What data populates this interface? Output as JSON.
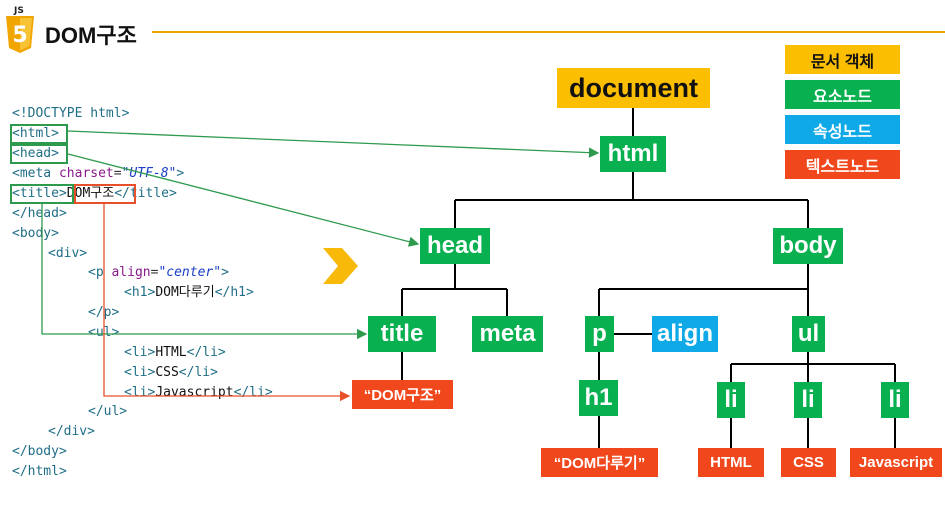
{
  "header": {
    "logo_text": "JS",
    "logo_number": "5",
    "title": "DOM구조"
  },
  "legend": {
    "document_object": "문서 객체",
    "element_node": "요소노드",
    "attribute_node": "속성노드",
    "text_node": "텍스트노드"
  },
  "code": {
    "doctype_open": "<!DOCTYPE",
    "doctype_name": "html>",
    "html_open": "<html>",
    "head_open": "<head>",
    "meta_tag_open": "<meta",
    "meta_attr": "charset",
    "meta_eq": "=",
    "meta_value": "\"UTF-8\"",
    "meta_close": ">",
    "title_open": "<title>",
    "title_text": "DOM구조",
    "title_close": "</title>",
    "head_close": "</head>",
    "body_open": "<body>",
    "div_open": "<div>",
    "p_tag_open": "<p",
    "p_attr": "align",
    "p_eq": "=",
    "p_value": "\"center\"",
    "p_close_bracket": ">",
    "h1_open": "<h1>",
    "h1_text": "DOM다루기",
    "h1_close": "</h1>",
    "p_close": "</p>",
    "ul_open": "<ul>",
    "li_open": "<li>",
    "li_close": "</li>",
    "li1_text": "HTML",
    "li2_text": "CSS",
    "li3_text": "Javascript",
    "ul_close": "</ul>",
    "div_close": "</div>",
    "body_close": "</body>",
    "html_close": "</html>"
  },
  "tree": {
    "document": "document",
    "html": "html",
    "head": "head",
    "body": "body",
    "title": "title",
    "meta": "meta",
    "p": "p",
    "align": "align",
    "ul": "ul",
    "h1": "h1",
    "li1": "li",
    "li2": "li",
    "li3": "li",
    "title_text": "“DOM구조”",
    "h1_text": "“DOM다루기”",
    "li1_text": "HTML",
    "li2_text": "CSS",
    "li3_text": "Javascript"
  },
  "colors": {
    "document": "#fcbe00",
    "element": "#08b050",
    "attribute": "#10a9e8",
    "text": "#f0481c",
    "header_line": "#f0a500"
  }
}
